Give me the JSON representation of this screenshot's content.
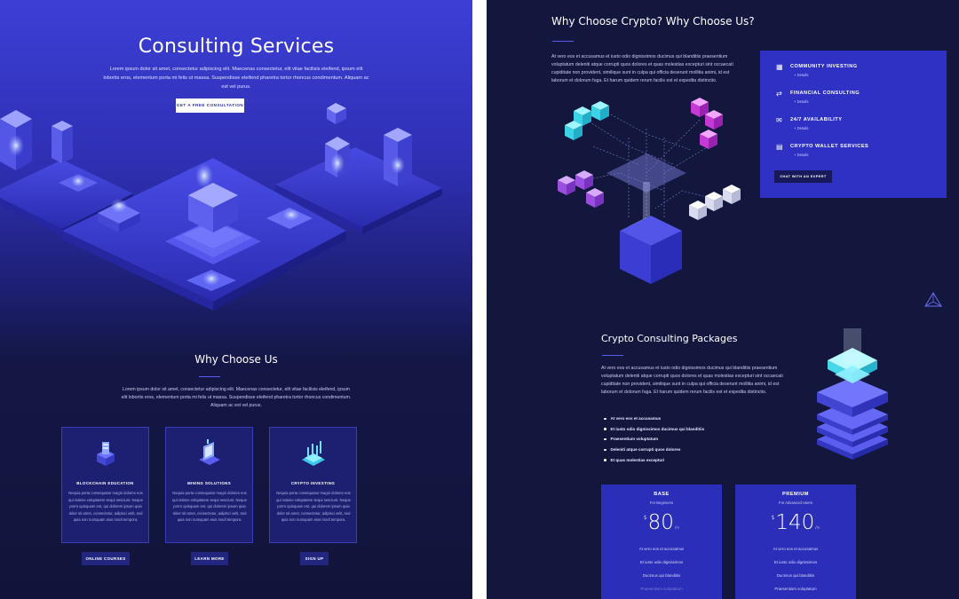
{
  "left": {
    "hero": {
      "title": "Consulting Services",
      "body": "Lorem ipsum dolor sit amet, consectetur adipiscing elit. Maecenas consectetur, elit vitae facilisis eleifend, ipsum elit lobortis eros, elementum porta mi felis ut massa. Suspendisse eleifend pharetra tortor rhoncus condimentum. Aliquam ac est vel purus.",
      "cta": "GET A FREE CONSULTATION"
    },
    "why": {
      "title": "Why Choose Us",
      "body": "Lorem ipsum dolor sit amet, consectetur adipiscing elit. Maecenas consectetur, elit vitae facilisis eleifend, ipsum elit lobortis eros, elementum porta mi felis ut massa. Suspendisse eleifend pharetra tortor rhoncus condimentum. Aliquam ac est vel purus."
    },
    "cards": [
      {
        "title": "BLOCKCHAIN EDUCATION",
        "icon": "blockchain-education-icon",
        "body": "Nequia porta consequatur magni dolores eos qui ratione voluptatem sequi nesciunt. Neque porro quisquam est, qui dolorem ipsum quia dolor sit amet, consectetur, adipisci velit, sed quia non numquam eius modi tempora.",
        "button": "ONLINE COURSES"
      },
      {
        "title": "MINING SOLUTIONS",
        "icon": "mining-laptop-icon",
        "body": "Nequia porta consequatur magni dolores eos qui ratione voluptatem sequi nesciunt. Neque porro quisquam est, qui dolorem ipsum quia dolor sit amet, consectetur, adipisci velit, sed quia non numquam eius modi tempora.",
        "button": "LEARN MORE"
      },
      {
        "title": "CRYPTO INVESTING",
        "icon": "crypto-investing-icon",
        "body": "Nequia porta consequatur magni dolores eos qui ratione voluptatem sequi nesciunt. Neque porro quisquam est, qui dolorem ipsum quia dolor sit amet, consectetur, adipisci velit, sed quia non numquam eius modi tempora.",
        "button": "SIGN UP"
      }
    ]
  },
  "right": {
    "why_crypto": {
      "title": "Why Choose Crypto? Why Choose Us?",
      "body": "At vero eos et accusamus et iusto odio dignissimos ducimus qui blanditiis praesentium voluptatum deleniti atque corrupti quos dolores et quas molestias excepturi sint occaecati cupiditate non provident, similique sunt in culpa qui officia deserunt mollitia animi, id est laborum et dolorum fuga. Et harum quidem rerum facilis est et expedita distinctio."
    },
    "features": [
      {
        "title": "COMMUNITY INVESTING",
        "detail": "+ Details",
        "icon": "community-icon"
      },
      {
        "title": "FINANCIAL CONSULTING",
        "detail": "+ Details",
        "icon": "arrows-icon"
      },
      {
        "title": "24/7 AVAILABILITY",
        "detail": "+ Details",
        "icon": "chat-icon"
      },
      {
        "title": "CRYPTO WALLET SERVICES",
        "detail": "+ Details",
        "icon": "wallet-icon"
      }
    ],
    "expert_button": "CHAT WITH AN EXPERT",
    "packages": {
      "title": "Crypto Consulting Packages",
      "body": "At vero eos et accusamus et iusto odio dignissimos ducimus qui blanditiis praesentium voluptatum deleniti atque corrupti quos dolores et quas molestias excepturi sint occaecati cupiditate non provident, similique sunt in culpa qui officia deserunt mollitia animi, id est laborum et dolorum fuga. Et harum quidem rerum facilis est et expedita distinctio.",
      "bullets": [
        "At vero eos et accusamus",
        "Et iusto odio dignissimos ducimus qui blanditiis",
        "Praesentium voluptatum",
        "Deleniti atque corrupti quos dolores",
        "Et quas molestias excepturi"
      ]
    },
    "prices": [
      {
        "name": "BASE",
        "for": "For Beginners",
        "currency": "$",
        "amount": "80",
        "period": "/m",
        "lines": [
          "At vero eos et accusamus",
          "Et iusto odio dignissimos",
          "Ducimus qui blanditiis",
          "Praesentium voluptatum"
        ]
      },
      {
        "name": "PREMIUM",
        "for": "For Advanced Users",
        "currency": "$",
        "amount": "140",
        "period": "/m",
        "lines": [
          "At vero eos et accusamus",
          "Et iusto odio dignissimos",
          "Ducimus qui blanditiis",
          "Praesentium voluptatum"
        ]
      }
    ]
  },
  "colors": {
    "accent": "#2e31c4",
    "dark_bg": "#13163d",
    "hero_bg": "#3c3fd6",
    "cyan_block": "#3ad6e0",
    "magenta_block": "#c63ad6"
  }
}
